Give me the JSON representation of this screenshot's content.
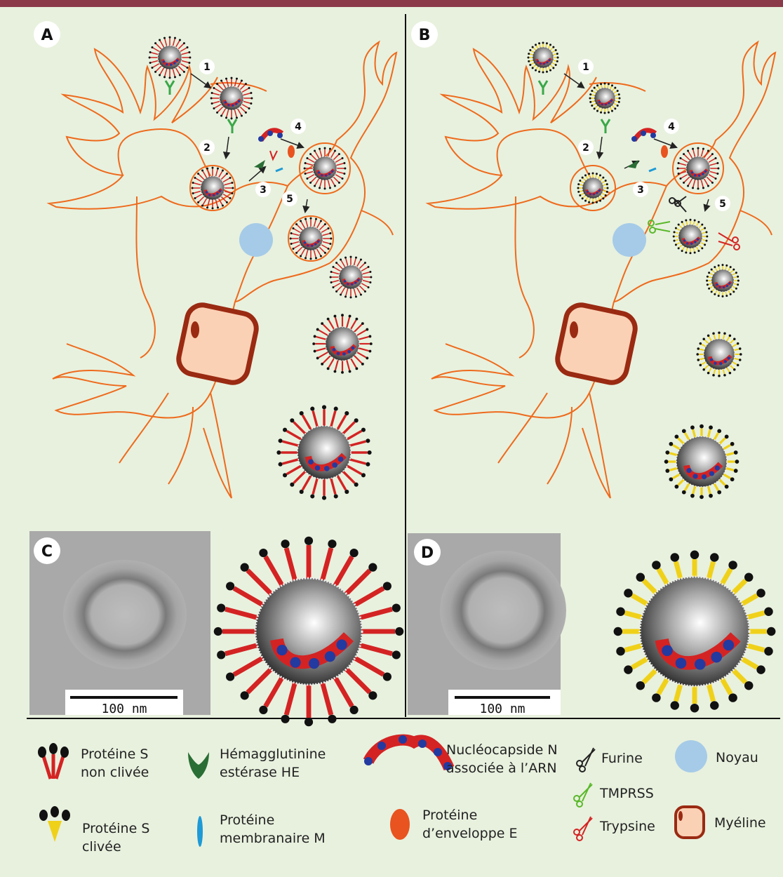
{
  "panels": {
    "a": "A",
    "b": "B",
    "c": "C",
    "d": "D"
  },
  "steps": [
    "1",
    "2",
    "3",
    "4",
    "5"
  ],
  "scale_bar": "100 nm",
  "legend": {
    "spike_uncleaved": [
      "Protéine S",
      "non clivée"
    ],
    "spike_cleaved": [
      "Protéine S",
      "clivée"
    ],
    "he": [
      "Hémagglutinine",
      "estérase HE"
    ],
    "m_protein": [
      "Protéine",
      "membranaire M"
    ],
    "nucleocapsid": [
      "Nucléocapside N",
      "associée à l’ARN"
    ],
    "e_protein": [
      "Protéine",
      "d’enveloppe E"
    ],
    "furin": "Furine",
    "tmprss": "TMPRSS",
    "trypsin": "Trypsine",
    "nucleus": "Noyau",
    "myelin": "Myéline"
  },
  "colors": {
    "neuron": "#ee6a1c",
    "spike_red": "#d42323",
    "spike_yellow": "#f0d11a",
    "he_green": "#2a6e35",
    "m_blue": "#1e9ad6",
    "e_orange": "#e8531f",
    "nucleus": "#a6cbe8",
    "myelin_fill": "#fbd1b5",
    "myelin_edge": "#9a2a12",
    "furin": "#222222",
    "tmprss": "#5ab82a",
    "trypsin": "#d42323"
  }
}
